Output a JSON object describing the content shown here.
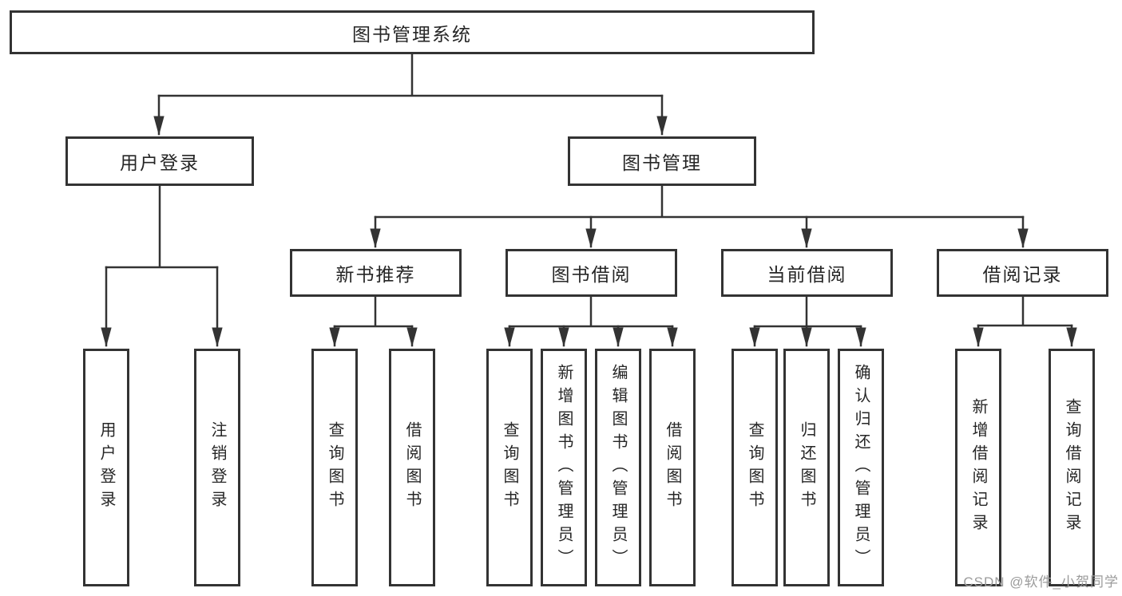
{
  "diagram_type": "hierarchy-tree",
  "colors": {
    "line": "#333333",
    "box_border": "#333333",
    "text": "#262626",
    "background": "#ffffff",
    "watermark": "#9b9b9b"
  },
  "tree": {
    "label": "图书管理系统",
    "children": [
      {
        "label": "用户登录",
        "children": [
          {
            "label": "用户登录"
          },
          {
            "label": "注销登录"
          }
        ]
      },
      {
        "label": "图书管理",
        "children": [
          {
            "label": "新书推荐",
            "children": [
              {
                "label": "查询图书"
              },
              {
                "label": "借阅图书"
              }
            ]
          },
          {
            "label": "图书借阅",
            "children": [
              {
                "label": "查询图书"
              },
              {
                "label": "新增图书（管理员）"
              },
              {
                "label": "编辑图书（管理员）"
              },
              {
                "label": "借阅图书"
              }
            ]
          },
          {
            "label": "当前借阅",
            "children": [
              {
                "label": "查询图书"
              },
              {
                "label": "归还图书"
              },
              {
                "label": "确认归还（管理员）"
              }
            ]
          },
          {
            "label": "借阅记录",
            "children": [
              {
                "label": "新增借阅记录"
              },
              {
                "label": "查询借阅记录"
              }
            ]
          }
        ]
      }
    ]
  },
  "watermark": {
    "text": "CSDN @软件_小贺同学"
  }
}
